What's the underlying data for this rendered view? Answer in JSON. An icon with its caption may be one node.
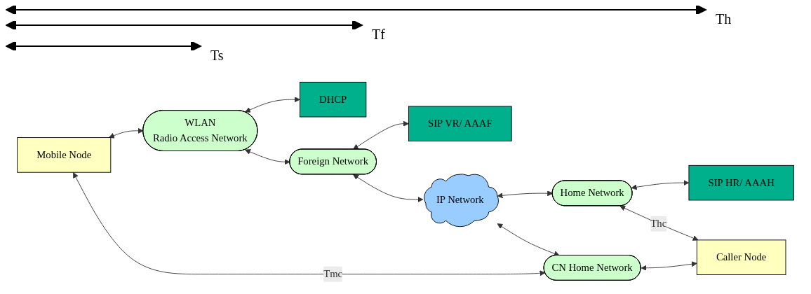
{
  "diagram": {
    "nodes": [
      {
        "text": [
          "DHCP"
        ]
      },
      {
        "text": [
          "SIP VR/ AAAF"
        ]
      },
      {
        "text": [
          "SIP HR/ AAAH"
        ]
      },
      {
        "text": [
          "Mobile Node"
        ]
      },
      {
        "text": [
          "WLAN",
          "Radio Access Network"
        ]
      },
      {
        "text": [
          "Foreign Network"
        ]
      },
      {
        "text": [
          "IP Network"
        ]
      },
      {
        "text": [
          "Home Network"
        ]
      },
      {
        "text": [
          "CN Home Network"
        ]
      },
      {
        "text": [
          "Caller Node"
        ]
      }
    ],
    "edges": [
      {
        "from": 3,
        "to": 4,
        "arrow": "both"
      },
      {
        "from": 4,
        "to": 0,
        "arrow": "both"
      },
      {
        "from": 4,
        "to": 5,
        "arrow": "both"
      },
      {
        "from": 5,
        "to": 1,
        "arrow": "both"
      },
      {
        "from": 5,
        "to": 6,
        "arrow": "both"
      },
      {
        "from": 6,
        "to": 7,
        "arrow": "both"
      },
      {
        "from": 7,
        "to": 2,
        "arrow": "both"
      },
      {
        "from": 6,
        "to": 8,
        "arrow": "both"
      },
      {
        "from": 8,
        "to": 9,
        "arrow": "both"
      },
      {
        "from": 7,
        "to": 9,
        "arrow": "both",
        "label": "Thc"
      },
      {
        "from": 3,
        "to": 8,
        "arrow": "both",
        "label": "Tmc"
      }
    ],
    "labels": [
      "Tf",
      "Ts",
      "Th"
    ]
  }
}
